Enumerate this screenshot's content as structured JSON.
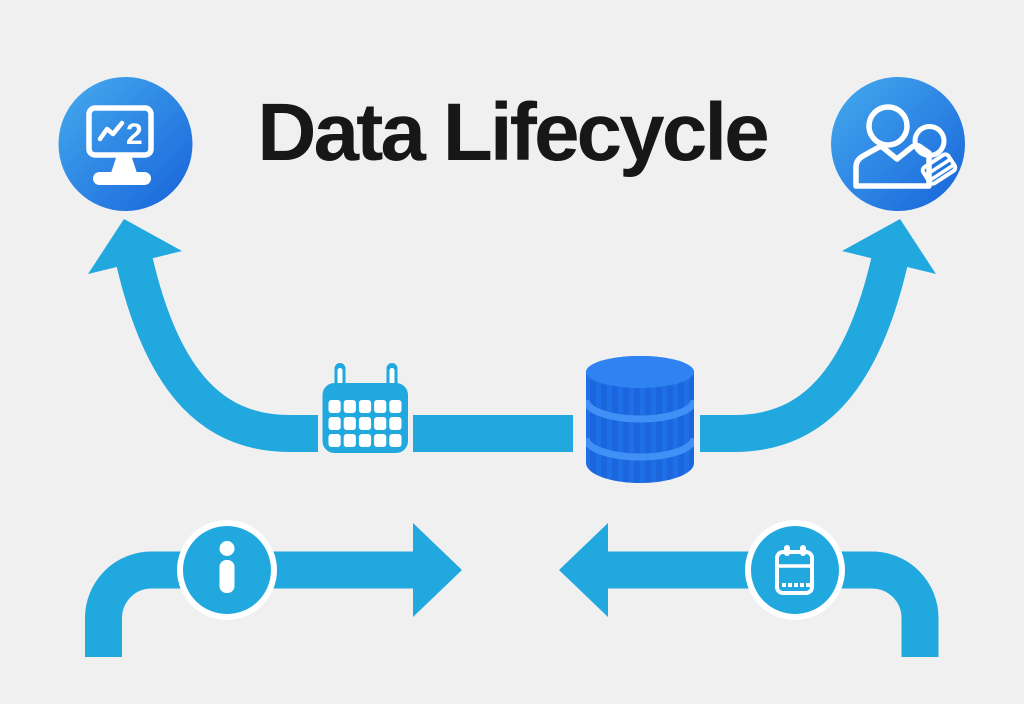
{
  "title": "Data Lifecycle",
  "nodes": {
    "top_left": {
      "name": "analytics",
      "icon": "monitor-chart-icon",
      "screen_value": "2"
    },
    "top_right": {
      "name": "users",
      "icon": "people-icon"
    },
    "middle_left": {
      "name": "schedule",
      "icon": "calendar-icon"
    },
    "middle_center": {
      "name": "storage",
      "icon": "database-icon"
    },
    "bottom_left": {
      "name": "information",
      "icon": "info-icon"
    },
    "bottom_right": {
      "name": "planning",
      "icon": "calendar-outline-icon"
    }
  },
  "colors": {
    "background": "#f0f0f1",
    "accent": "#21a8df",
    "grad_top": "#45abee",
    "grad_bottom": "#1763da",
    "db_body": "#1f6fe8",
    "db_top": "#2e82f2",
    "db_stripe": "#1a5fd2",
    "db_band": "#4190f5",
    "ring": "#ffffff",
    "icon": "#ffffff",
    "title_color": "#171717"
  }
}
